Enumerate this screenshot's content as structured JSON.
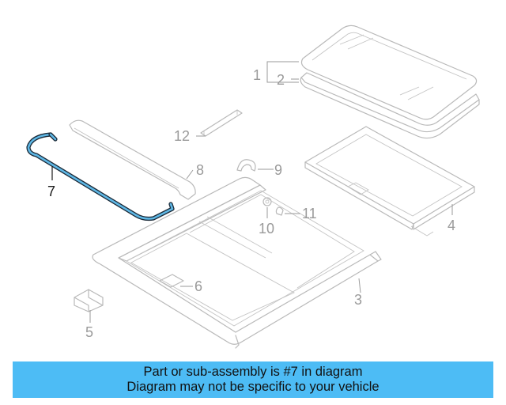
{
  "callouts": {
    "c1": "1",
    "c2": "2",
    "c3": "3",
    "c4": "4",
    "c5": "5",
    "c6": "6",
    "c7": "7",
    "c8": "8",
    "c9": "9",
    "c10": "10",
    "c11": "11",
    "c12": "12"
  },
  "highlight_callout": "7",
  "banner": {
    "line1": "Part or sub-assembly is #7 in diagram",
    "line2": "Diagram may not be specific to your vehicle"
  },
  "colors": {
    "banner_bg": "#4dbcf5",
    "highlight_part": "#5fb8e6",
    "part_outline": "#b9b9b9",
    "callout_text": "#9a9a9a"
  }
}
